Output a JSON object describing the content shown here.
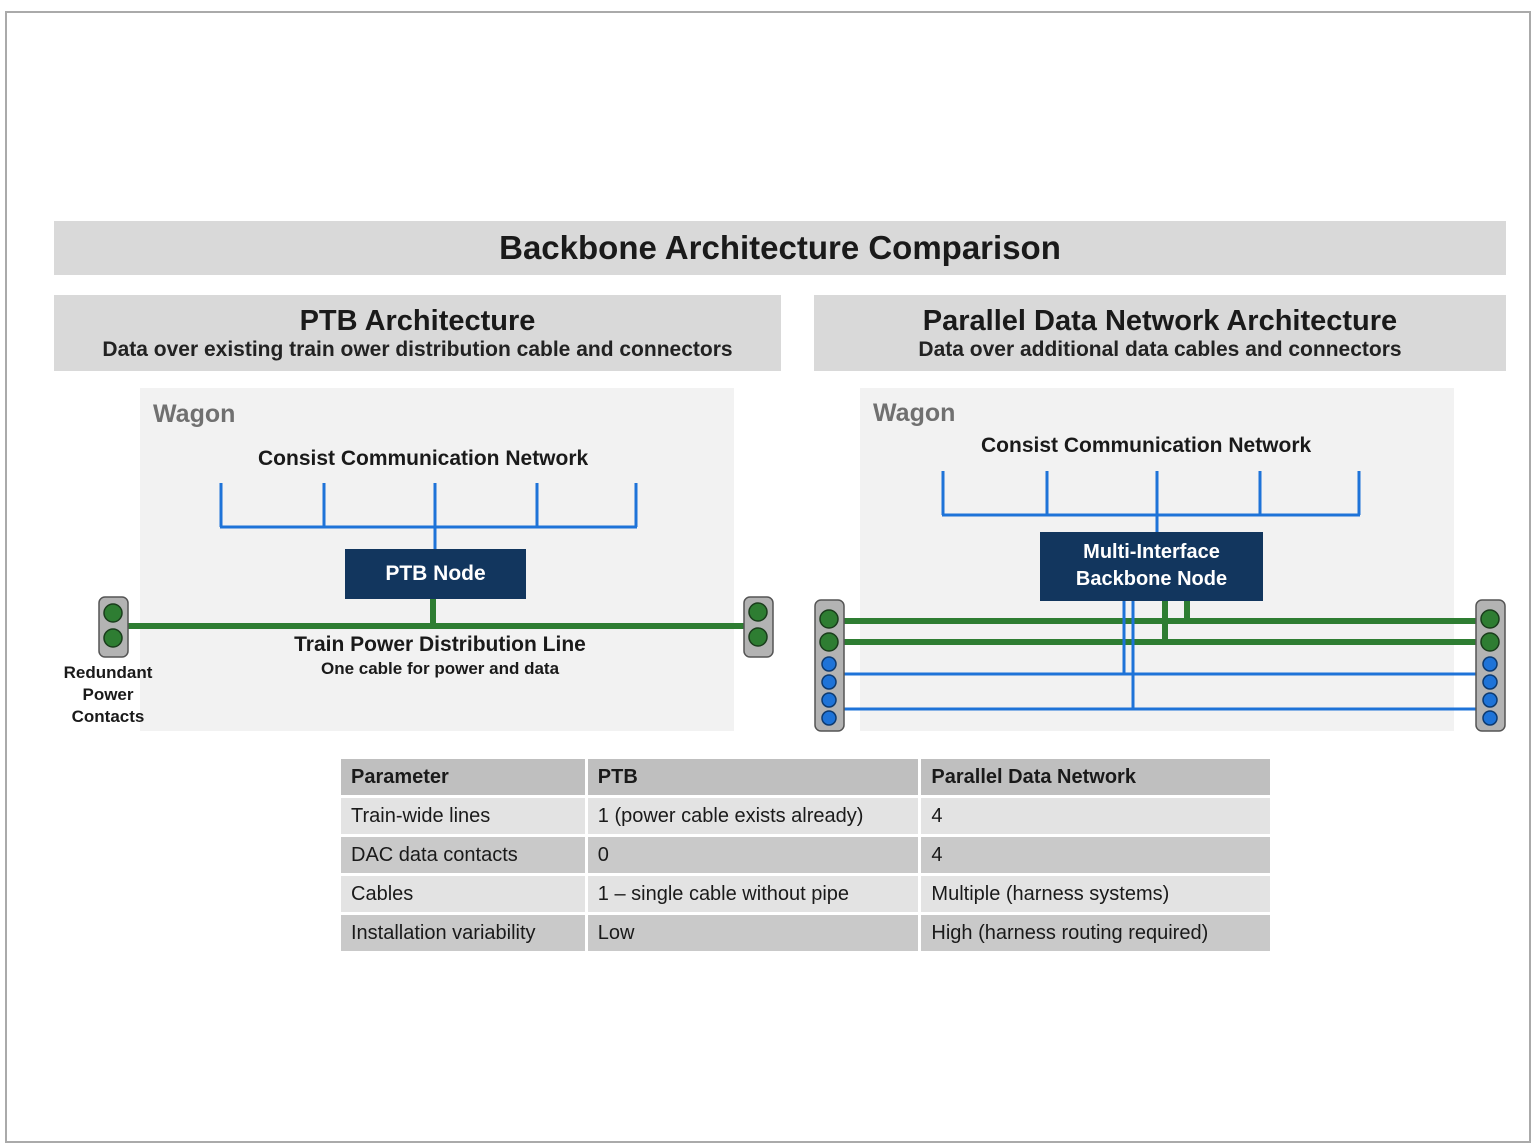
{
  "title": "Backbone Architecture Comparison",
  "left": {
    "title": "PTB Architecture",
    "subtitle": "Data over existing train ower distribution cable and connectors",
    "wagon_label": "Wagon",
    "network_label": "Consist Communication Network",
    "node_label": "PTB Node",
    "line_title": "Train Power Distribution Line",
    "line_subtitle": "One cable for power and data",
    "contacts_label": [
      "Redundant",
      "Power",
      "Contacts"
    ]
  },
  "right": {
    "title": "Parallel Data Network Architecture",
    "subtitle": "Data over additional data cables and connectors",
    "wagon_label": "Wagon",
    "network_label": "Consist Communication Network",
    "node_label": [
      "Multi-Interface",
      "Backbone Node"
    ]
  },
  "colors": {
    "power_line": "#2e7d32",
    "data_line": "#1e73d8",
    "node": "#12365e",
    "connector": "#b3b3b3"
  },
  "table": {
    "headers": [
      "Parameter",
      "PTB",
      "Parallel Data Network"
    ],
    "rows": [
      [
        "Train-wide lines",
        "1 (power cable exists already)",
        "4"
      ],
      [
        "DAC data contacts",
        "0",
        "4"
      ],
      [
        "Cables",
        "1 – single cable without pipe",
        "Multiple (harness systems)"
      ],
      [
        "Installation variability",
        "Low",
        "High (harness routing required)"
      ]
    ]
  }
}
